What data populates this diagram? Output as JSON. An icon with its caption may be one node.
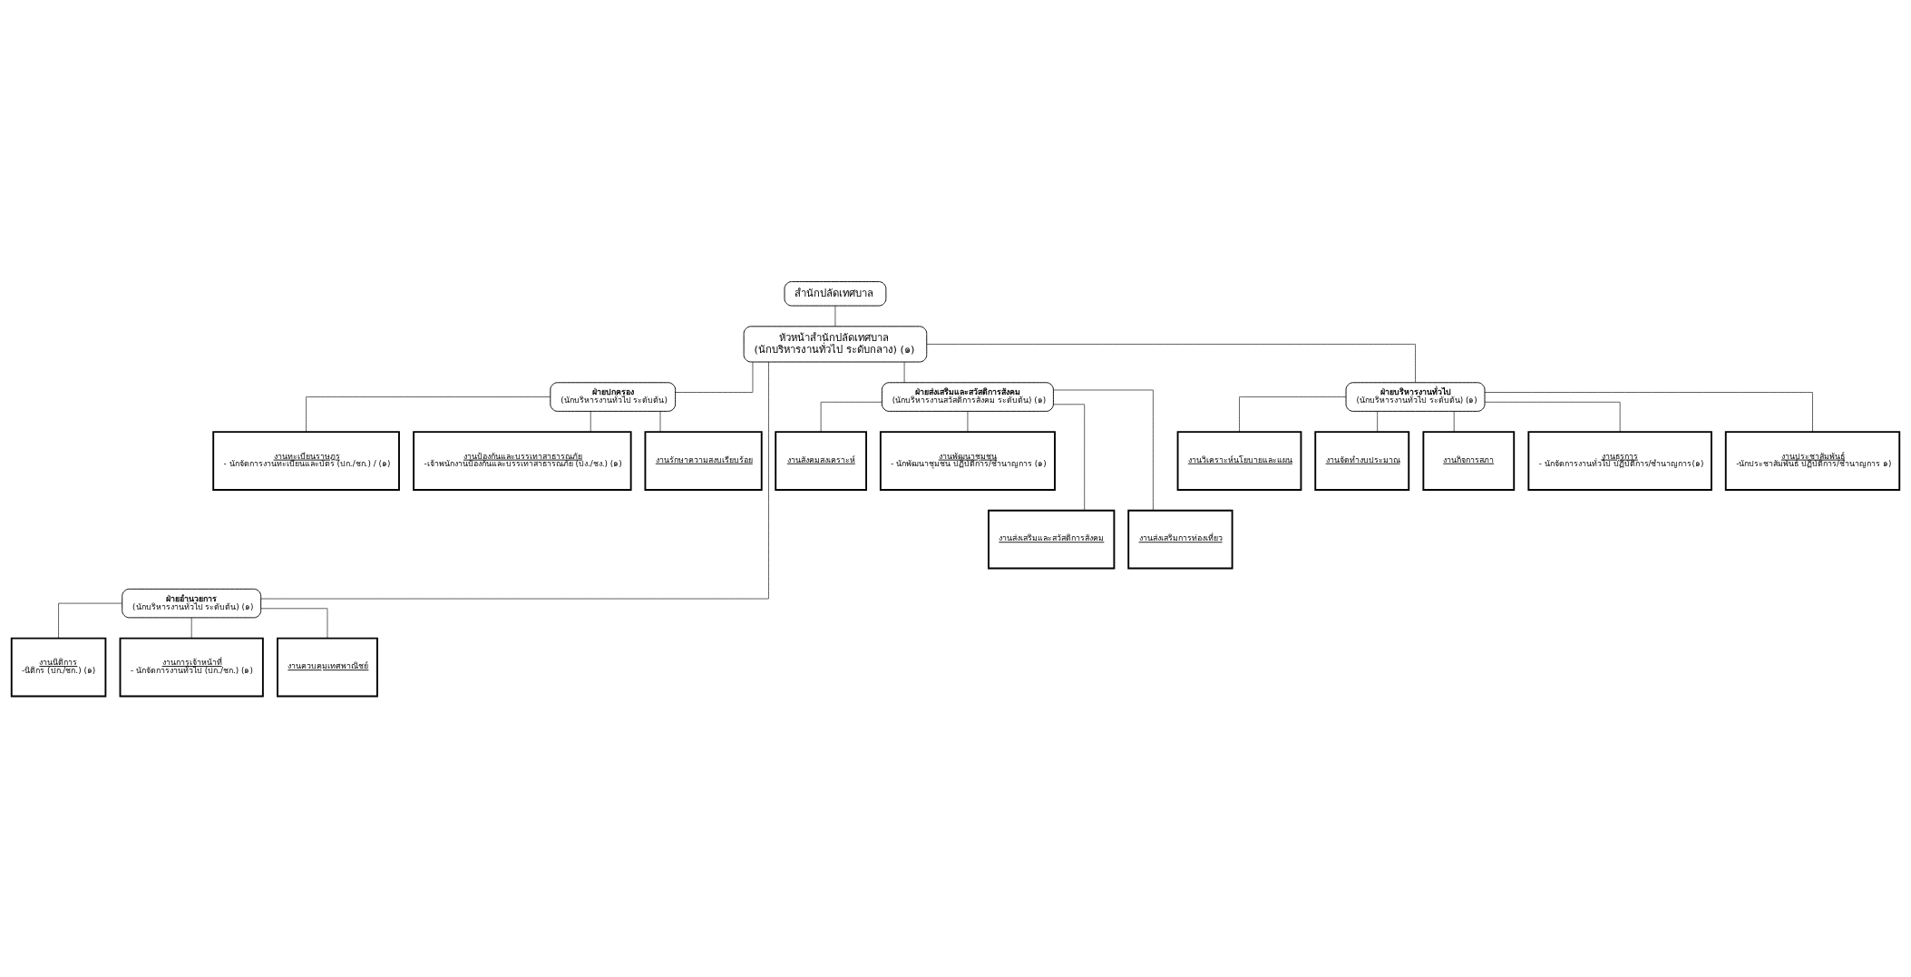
{
  "diagram": {
    "nodes": [
      {
        "text": [
          "สำนักปลัดเทศบาล"
        ]
      },
      {
        "text": [
          "หัวหน้าสำนักปลัดเทศบาล",
          "(นักบริหารงานทั่วไป ระดับกลาง) (๑)"
        ]
      },
      {
        "text": [
          "ฝ่ายอำนวยการ",
          "(นักบริหารงานทั่วไป ระดับต้น) (๑)"
        ]
      },
      {
        "text": [
          "ฝ่ายปกครอง",
          "(นักบริหารงานทั่วไป ระดับต้น)"
        ]
      },
      {
        "text": [
          "ฝ่ายส่งเสริมและสวัสดิการสังคม",
          "(นักบริหารงานสวัสดิการสังคม ระดับต้น) (๑)"
        ]
      },
      {
        "text": [
          "งานนิติการ",
          "-นิติกร (ปก./ชก.) (๑)"
        ]
      },
      {
        "text": [
          "งานการเจ้าหน้าที่",
          "- นักจัดการงานทั่วไป (ปก./ชก.) (๑)"
        ]
      },
      {
        "text": [
          "งานควบคุมเทศพาณิชย์"
        ]
      },
      {
        "text": [
          "งานทะเบียนราษฎร",
          "- นักจัดการงานทะเบียนและบัตร (ปก./ชก.) / (๑)"
        ]
      },
      {
        "text": [
          "งานป้องกันและบรรเทาสาธารณภัย",
          "-เจ้าพนักงานป้องกันและบรรเทาสาธารณภัย (ปง./ชง.) (๑)"
        ]
      },
      {
        "text": [
          "งานรักษาความสงบเรียบร้อย"
        ]
      },
      {
        "text": [
          "งานสังคมสงเคราะห์"
        ]
      },
      {
        "text": [
          "งานพัฒนาชุมชน",
          "- นักพัฒนาชุมชน ปฏิบัติการ/ชำนาญการ (๑)"
        ]
      },
      {
        "text": [
          "งานส่งเสริมและสวัสดิการสังคม"
        ]
      },
      {
        "text": [
          "งานส่งเสริมการท่องเที่ยว"
        ]
      },
      {
        "text": [
          "ฝ่ายบริหารงานทั่วไป",
          "(นักบริหารงานทั่วไป ระดับต้น) (๑)"
        ]
      },
      {
        "text": [
          "งานวิเคราะห์นโยบายและแผน"
        ]
      },
      {
        "text": [
          "งานจัดทำงบประมาณ"
        ]
      },
      {
        "text": [
          "งานกิจการสภา"
        ]
      },
      {
        "text": [
          "งานธุรการ",
          "- นักจัดการงานทั่วไป ปฏิบัติการ/ชำนาญการ(๑)"
        ]
      },
      {
        "text": [
          "งานประชาสัมพันธ์",
          "-นักประชาสัมพันธ์ ปฏิบัติการ/ชำนาญการ ๑)"
        ]
      }
    ],
    "edges": [
      {
        "from": 0,
        "to": 1,
        "arrow": "none"
      },
      {
        "from": 1,
        "to": 2,
        "arrow": "none"
      },
      {
        "from": 1,
        "to": 15,
        "arrow": "none"
      },
      {
        "from": 1,
        "to": 3,
        "arrow": "none"
      },
      {
        "from": 1,
        "to": 4,
        "arrow": "none"
      },
      {
        "from": 2,
        "to": 5,
        "arrow": "none"
      },
      {
        "from": 2,
        "to": 6,
        "arrow": "none"
      },
      {
        "from": 2,
        "to": 7,
        "arrow": "none"
      },
      {
        "from": 3,
        "to": 8,
        "arrow": "none"
      },
      {
        "from": 3,
        "to": 9,
        "arrow": "none"
      },
      {
        "from": 3,
        "to": 10,
        "arrow": "none"
      },
      {
        "from": 4,
        "to": 11,
        "arrow": "none"
      },
      {
        "from": 4,
        "to": 12,
        "arrow": "none"
      },
      {
        "from": 4,
        "to": 13,
        "arrow": "none"
      },
      {
        "from": 4,
        "to": 14,
        "arrow": "none"
      },
      {
        "from": 15,
        "to": 16,
        "arrow": "none"
      },
      {
        "from": 15,
        "to": 17,
        "arrow": "none"
      },
      {
        "from": 15,
        "to": 18,
        "arrow": "none"
      },
      {
        "from": 15,
        "to": 19,
        "arrow": "none"
      },
      {
        "from": 15,
        "to": 20,
        "arrow": "none"
      }
    ]
  }
}
